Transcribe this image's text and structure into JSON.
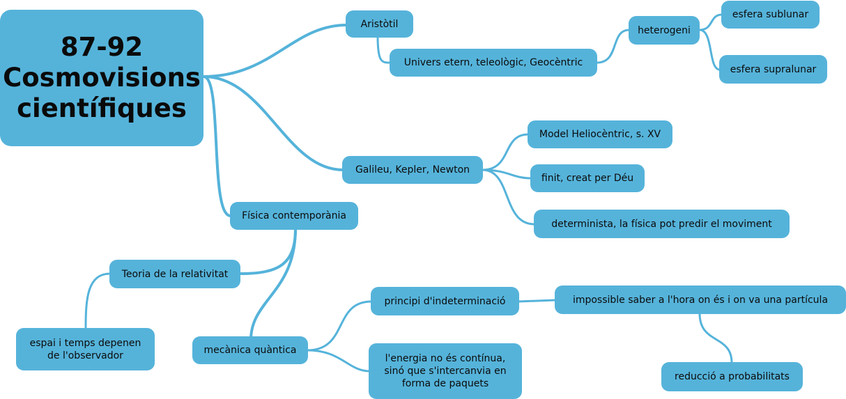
{
  "root": {
    "line1": "87-92",
    "line2": "Cosmovisions",
    "line3": "científiques"
  },
  "nodes": {
    "aristotil": "Aristòtil",
    "univers": "Univers etern, teleològic, Geocèntric",
    "heterogeni": "heterogeni",
    "sublunar": "esfera sublunar",
    "supralunar": "esfera supralunar",
    "galileu": "Galileu, Kepler, Newton",
    "heliocentric": "Model Heliocèntric, s. XV",
    "finit": "finit, creat per Déu",
    "determinista": "determinista, la física pot predir el moviment",
    "fisica": "Física contemporània",
    "relativitat": "Teoria de la relativitat",
    "espai": "espai i temps depenen de l'observador",
    "mecanica": "mecànica quàntica",
    "indeterminacio": "principi d'indeterminació",
    "impossible": "impossible saber a l'hora on és i on va una partícula",
    "probabilitats": "reducció a probabilitats",
    "energia": "l'energia no és contínua, sinó que s'intercanvia en forma de paquets"
  },
  "colors": {
    "node_fill": "#55b3da",
    "link_stroke": "#55b3da",
    "text": "#0b0b0b"
  }
}
